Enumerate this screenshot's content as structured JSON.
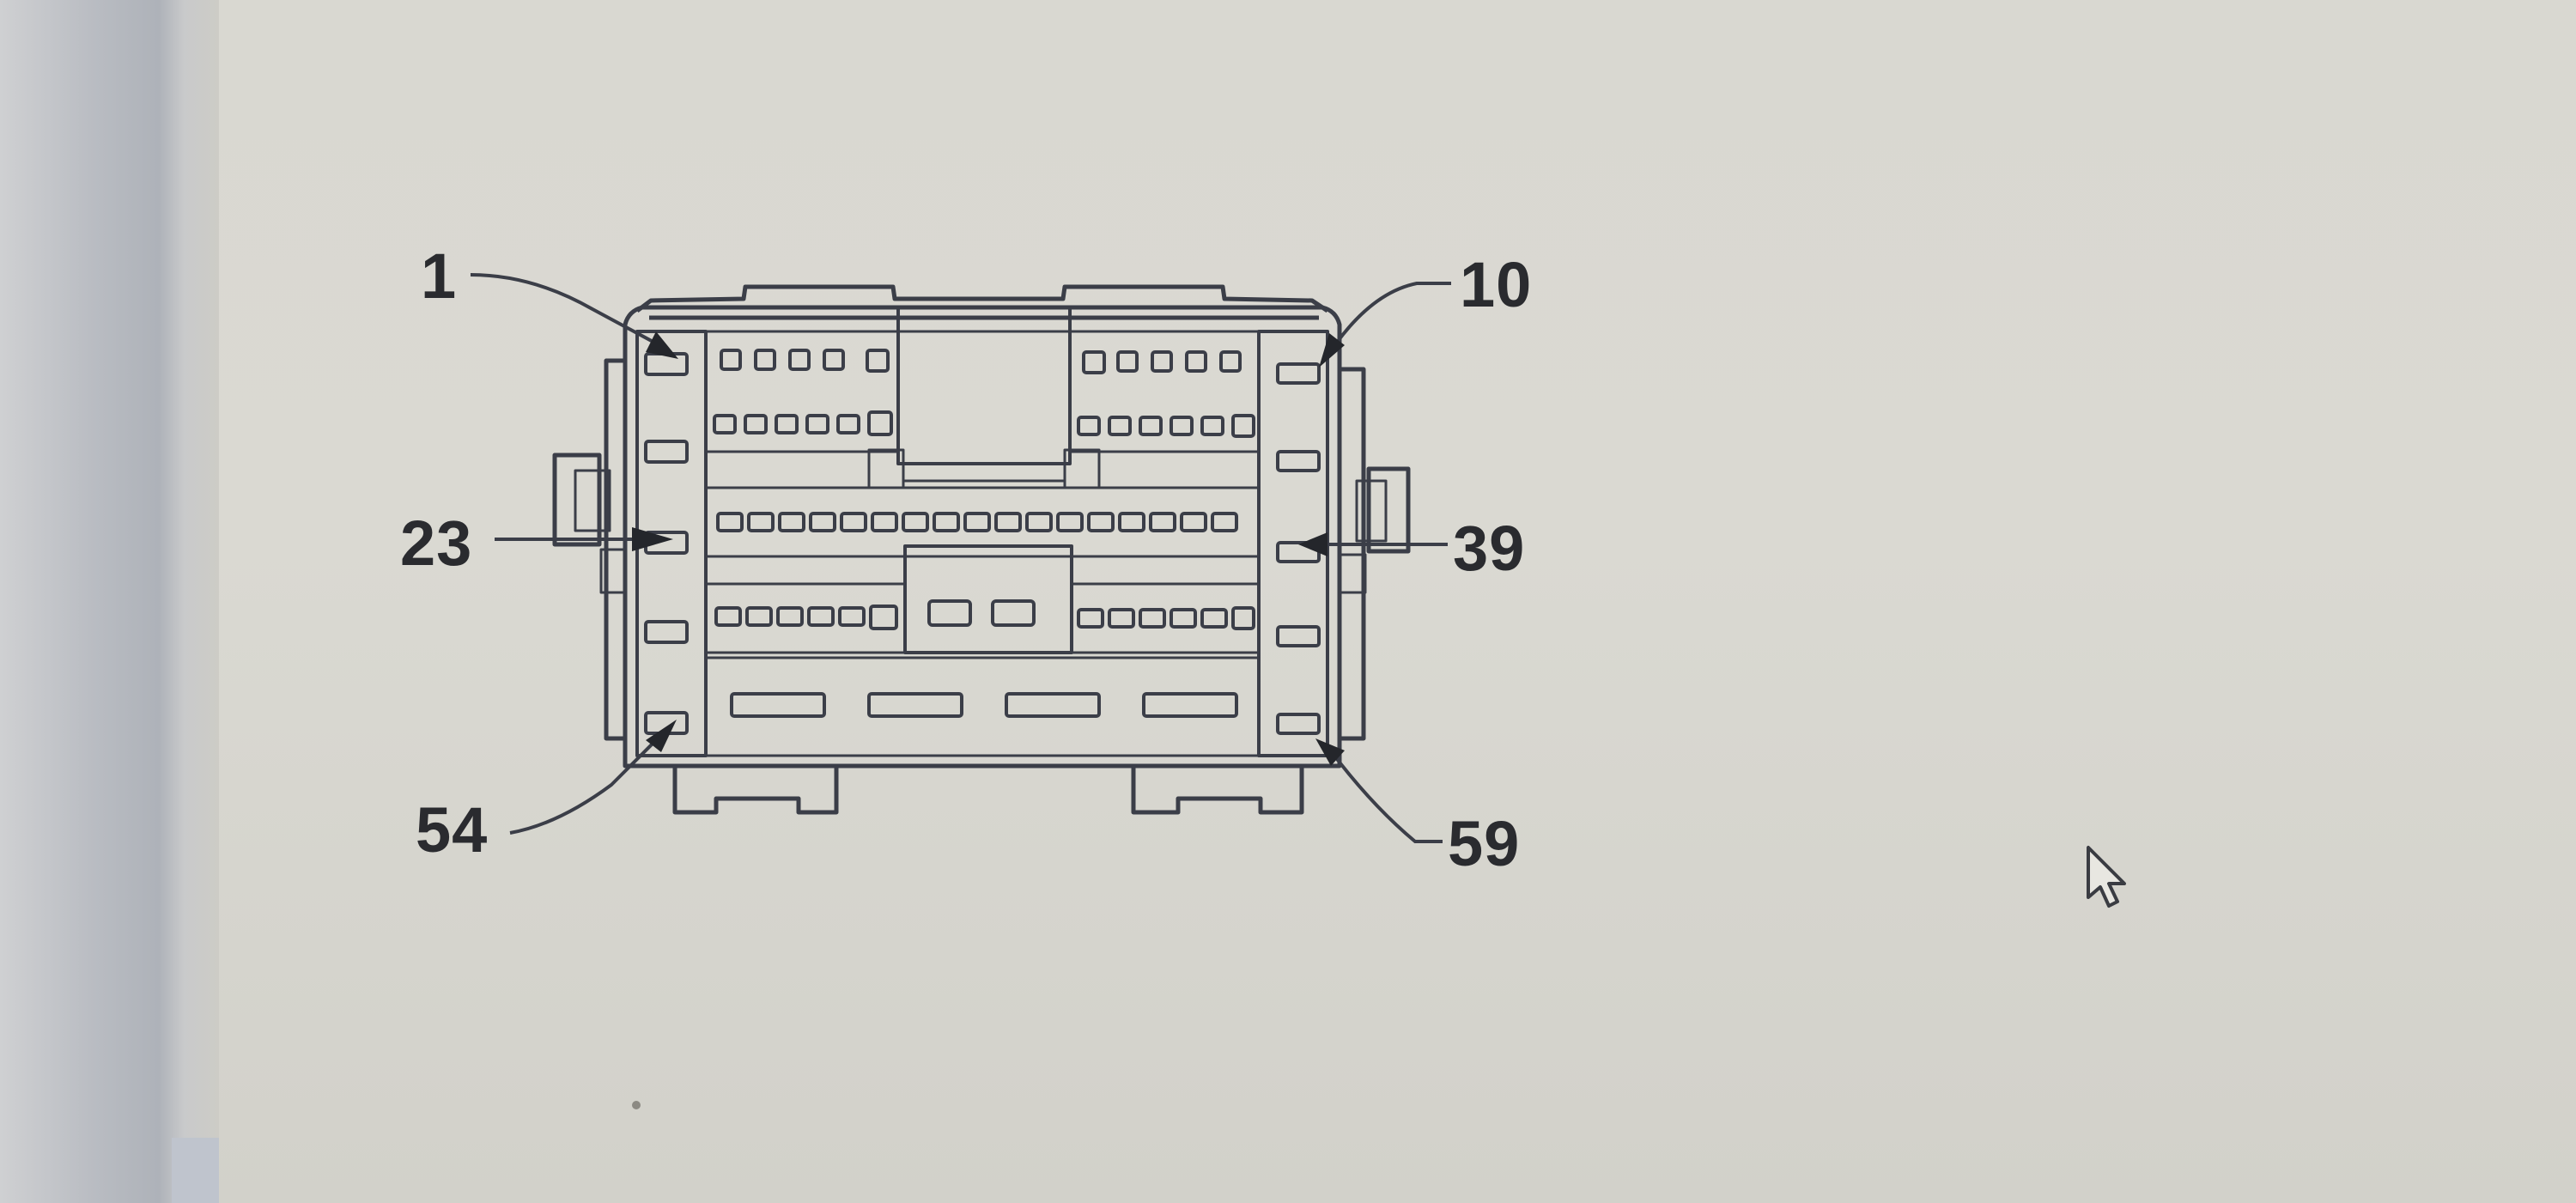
{
  "diagram": {
    "title": "",
    "connector_name": "",
    "pin_callouts": [
      {
        "label": "1",
        "pin": 1
      },
      {
        "label": "10",
        "pin": 10
      },
      {
        "label": "23",
        "pin": 23
      },
      {
        "label": "39",
        "pin": 39
      },
      {
        "label": "54",
        "pin": 54
      },
      {
        "label": "59",
        "pin": 59
      }
    ],
    "line_color": "#3b3e48",
    "background_color": "#d8d7d0"
  },
  "icons": {
    "cursor": "mouse-pointer-icon"
  }
}
